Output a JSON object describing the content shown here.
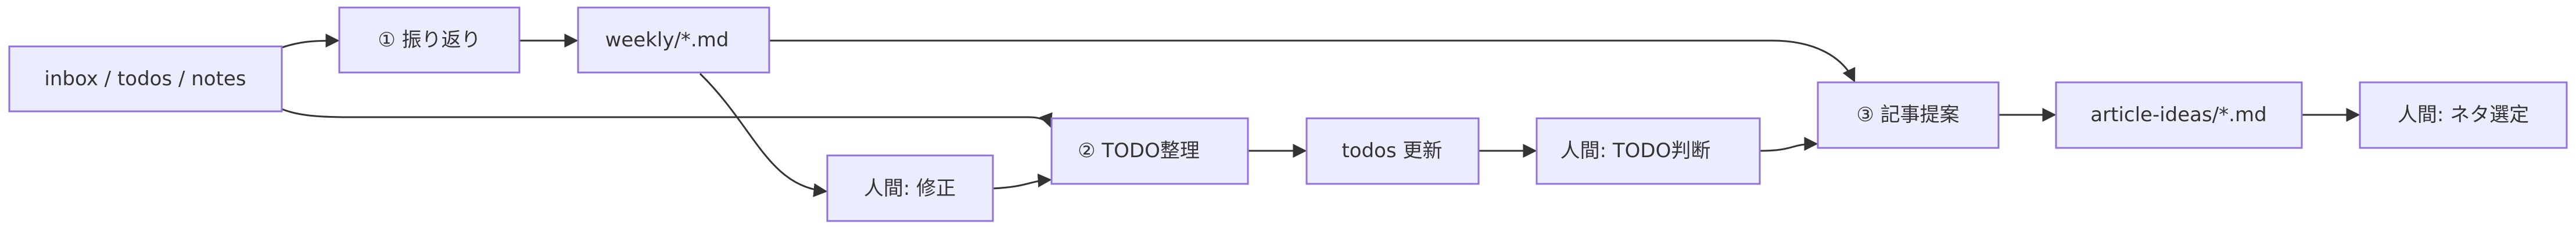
{
  "colors": {
    "node_fill": "#ececff",
    "node_stroke": "#9370db",
    "edge": "#333333",
    "text": "#333333",
    "background": "#ffffff"
  },
  "nodes": {
    "inbox": "inbox / todos / notes",
    "review": "① 振り返り",
    "weekly": "weekly/*.md",
    "human_fix": "人間: 修正",
    "todo_organize": "② TODO整理",
    "todos_update": "todos 更新",
    "human_todo": "人間: TODO判断",
    "article_propose": "③ 記事提案",
    "article_ideas": "article-ideas/*.md",
    "human_topic": "人間: ネタ選定"
  },
  "edges": [
    {
      "from": "inbox",
      "to": "review"
    },
    {
      "from": "review",
      "to": "weekly"
    },
    {
      "from": "weekly",
      "to": "article_propose"
    },
    {
      "from": "inbox",
      "to": "todo_organize"
    },
    {
      "from": "weekly",
      "to": "human_fix"
    },
    {
      "from": "human_fix",
      "to": "todo_organize"
    },
    {
      "from": "todo_organize",
      "to": "todos_update"
    },
    {
      "from": "todos_update",
      "to": "human_todo"
    },
    {
      "from": "human_todo",
      "to": "article_propose"
    },
    {
      "from": "article_propose",
      "to": "article_ideas"
    },
    {
      "from": "article_ideas",
      "to": "human_topic"
    }
  ]
}
